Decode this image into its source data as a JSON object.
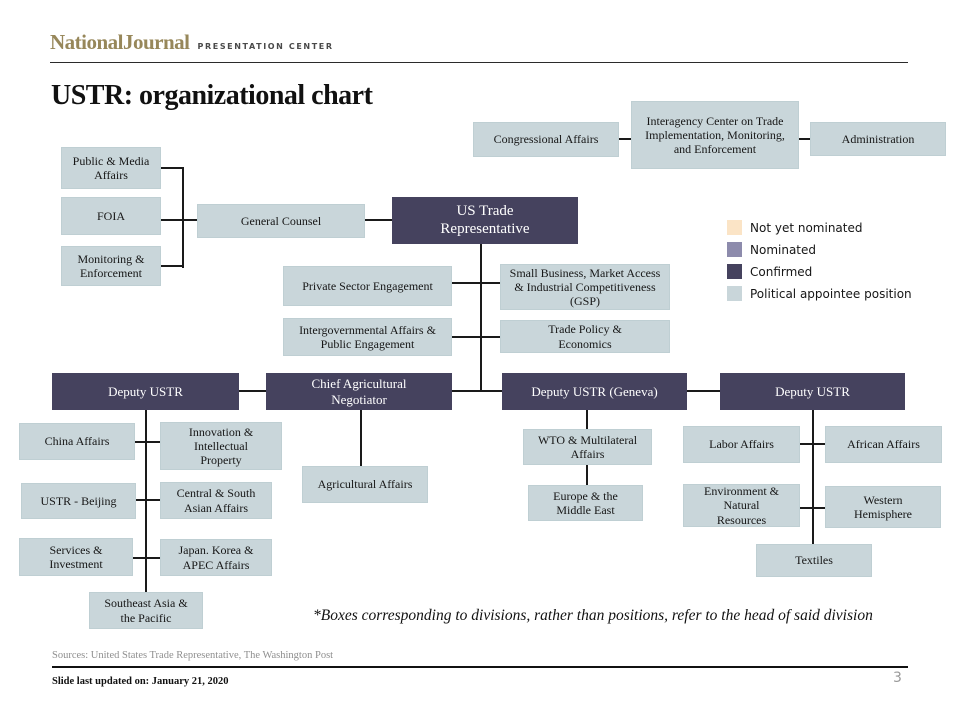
{
  "header": {
    "brand": "NationalJournal",
    "brand_suffix": "PRESENTATION CENTER",
    "title": "USTR: organizational chart"
  },
  "nodes": {
    "congressional_affairs": "Congressional Affairs",
    "interagency_center": "Interagency Center on Trade Implementation, Monitoring, and Enforcement",
    "administration": "Administration",
    "public_media_affairs": "Public & Media Affairs",
    "foia": "FOIA",
    "monitoring_enforcement": "Monitoring & Enforcement",
    "general_counsel": "General Counsel",
    "us_trade_representative": "US Trade Representative",
    "private_sector_engagement": "Private Sector Engagement",
    "intergovernmental_affairs": "Intergovernmental Affairs & Public Engagement",
    "small_business": "Small Business, Market Access & Industrial Competitiveness (GSP)",
    "trade_policy_economics": "Trade Policy & Economics",
    "deputy_ustr_left": "Deputy USTR",
    "chief_agricultural_negotiator": "Chief Agricultural Negotiator",
    "deputy_ustr_geneva": "Deputy USTR (Geneva)",
    "deputy_ustr_right": "Deputy USTR",
    "china_affairs": "China Affairs",
    "innovation_ip": "Innovation & Intellectual Property",
    "ustr_beijing": "USTR - Beijing",
    "central_south_asian": "Central & South Asian Affairs",
    "services_investment": "Services & Investment",
    "japan_korea_apec": "Japan. Korea & APEC Affairs",
    "southeast_asia": "Southeast Asia & the Pacific",
    "agricultural_affairs": "Agricultural Affairs",
    "wto_multilateral": "WTO & Multilateral Affairs",
    "europe_middle_east": "Europe & the Middle East",
    "labor_affairs": "Labor Affairs",
    "african_affairs": "African Affairs",
    "environment_natural_resources": "Environment & Natural Resources",
    "western_hemisphere": "Western Hemisphere",
    "textiles": "Textiles"
  },
  "legend": {
    "items": [
      {
        "label": "Not yet nominated",
        "color": "#FBE4C6"
      },
      {
        "label": "Nominated",
        "color": "#8D8BAC"
      },
      {
        "label": "Confirmed",
        "color": "#45425E"
      },
      {
        "label": "Political appointee position",
        "color": "#C9D6DA"
      }
    ]
  },
  "footnote": "*Boxes corresponding to divisions, rather than positions, refer to the head of said division",
  "footer": {
    "sources": "Sources: United States Trade Representative, The Washington Post",
    "updated": "Slide last updated on: January 21, 2020",
    "page_number": "3"
  }
}
